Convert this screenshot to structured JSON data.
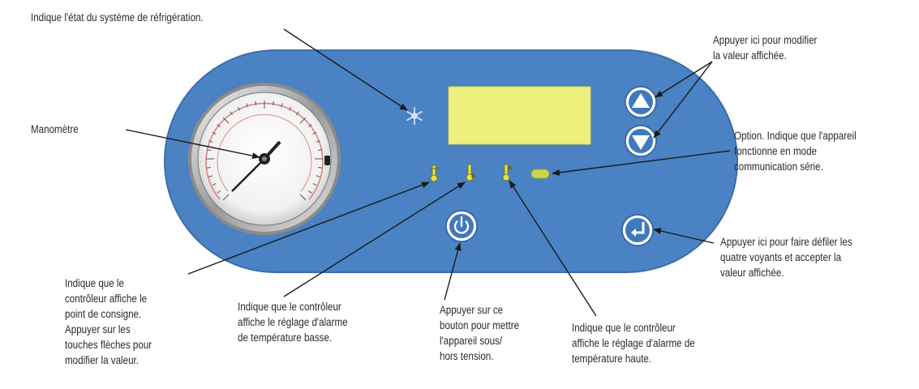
{
  "colors": {
    "panel": "#4a82c3",
    "panel_dark": "#2f5f9c",
    "display": "#eef07e",
    "led": "#e8e23c",
    "button": "#ffffff",
    "button_glyph": "#3f79bd",
    "text": "#2a2a2a",
    "arrow": "#1a1a1a"
  },
  "callouts": {
    "refrigeration": "Indique l'état du système de réfrigération.",
    "manometer": "Manomètre",
    "modify_value": [
      "Appuyer ici pour modifier",
      "la valeur affichée."
    ],
    "serial_option": [
      "Option. Indique que l'appareil",
      "fonctionne en mode",
      "communication série."
    ],
    "scroll_accept": [
      "Appuyer ici pour faire défiler les",
      "quatre voyants et accepter la",
      "valeur affichée."
    ],
    "setpoint": [
      "Indique que le",
      "contrôleur affiche le",
      "point de consigne.",
      "Appuyer sur les",
      "touches flèches pour",
      "modifier la valeur."
    ],
    "low_alarm": [
      "Indique que le contrôleur",
      "affiche le réglage d'alarme",
      "de température basse."
    ],
    "power": [
      "Appuyer sur ce",
      "bouton pour mettre",
      "l'appareil sous/",
      "hors tension."
    ],
    "high_alarm": [
      "Indique que le contrôleur",
      "affiche le réglage d'alarme de",
      "température haute."
    ]
  },
  "icons": {
    "snowflake": "snowflake-icon",
    "up": "triangle-up-icon",
    "down": "triangle-down-icon",
    "enter": "enter-arrow-icon",
    "power": "power-icon",
    "thermometer": "thermometer-icon"
  }
}
